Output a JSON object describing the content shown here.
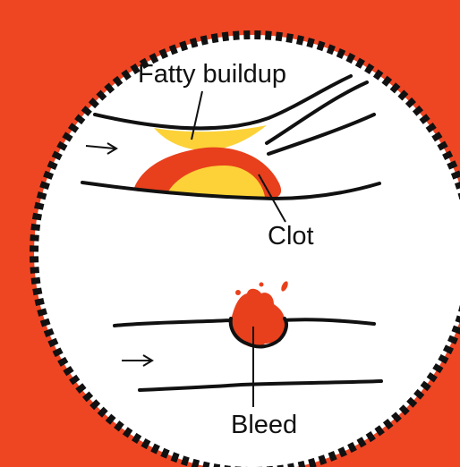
{
  "colors": {
    "background": "#ee4523",
    "circle_fill": "#ffffff",
    "circle_border": "#111111",
    "plaque": "#fcd238",
    "blood": "#e8401c",
    "ink": "#111111"
  },
  "labels": {
    "fatty_buildup": "Fatty buildup",
    "clot": "Clot",
    "bleed": "Bleed"
  },
  "icons": {
    "flow_arrow": "right-arrow-icon"
  }
}
